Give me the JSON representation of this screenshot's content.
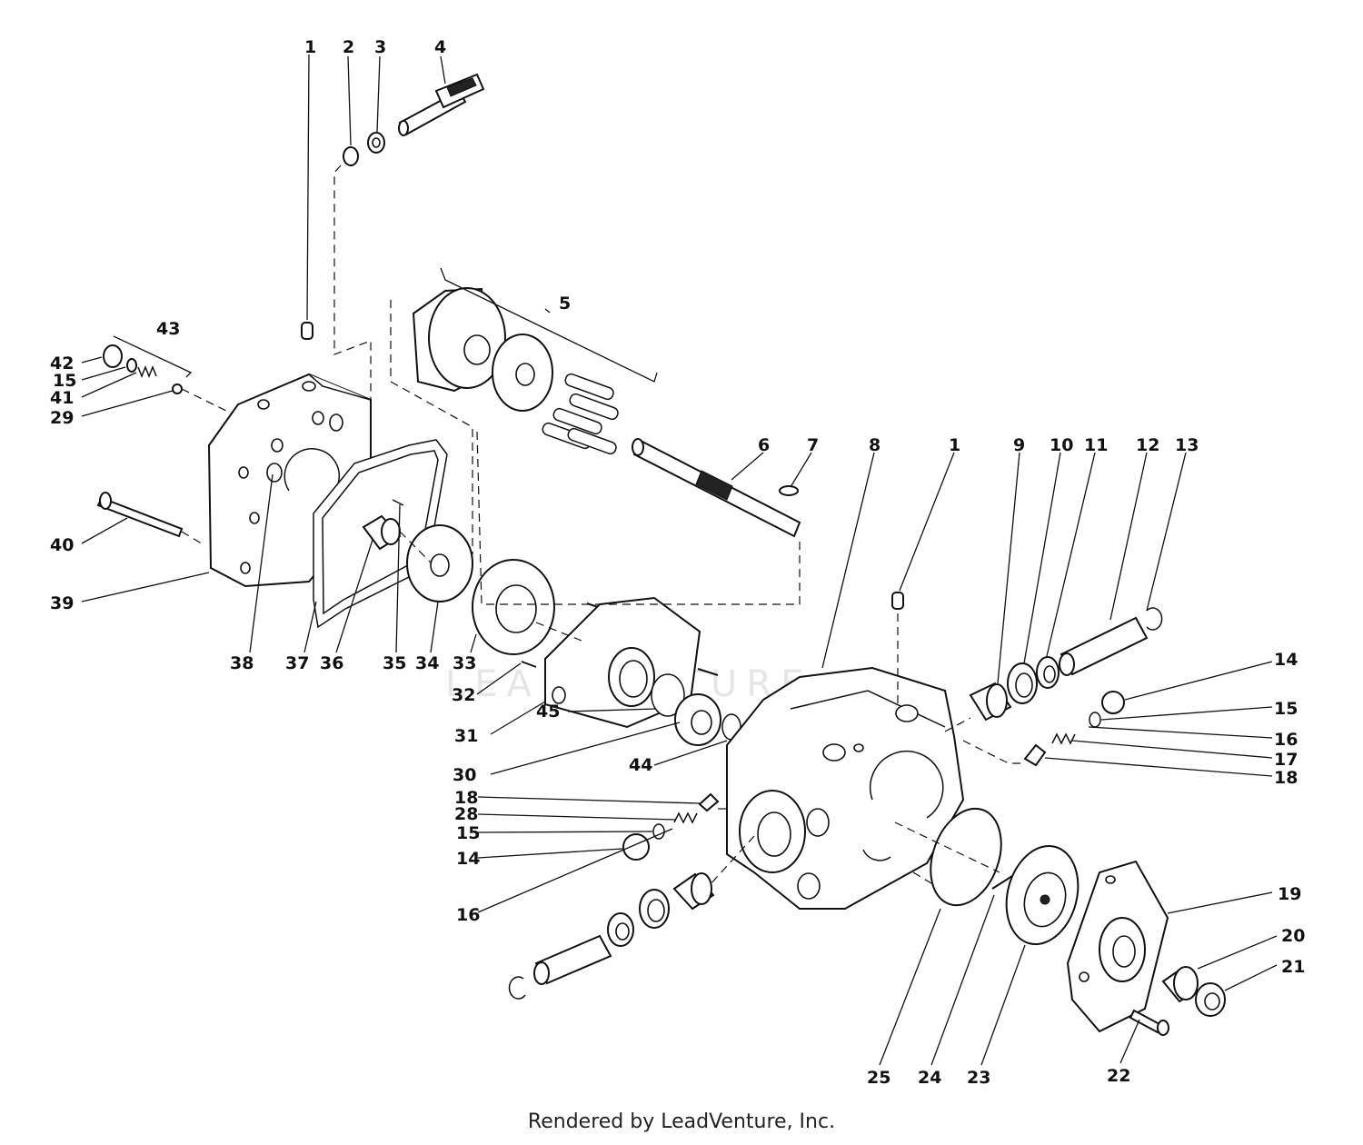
{
  "footer": {
    "credit": "Rendered by LeadVenture, Inc."
  },
  "watermark": {
    "text": "LEADVENTURE"
  },
  "callouts": {
    "c1a": "1",
    "c2": "2",
    "c3": "3",
    "c4": "4",
    "c5": "5",
    "c6": "6",
    "c7": "7",
    "c8": "8",
    "c1b": "1",
    "c9": "9",
    "c10": "10",
    "c11": "11",
    "c12": "12",
    "c13": "13",
    "c43": "43",
    "c42": "42",
    "c15a": "15",
    "c41": "41",
    "c29": "29",
    "c40": "40",
    "c39": "39",
    "c38": "38",
    "c37": "37",
    "c36": "36",
    "c35": "35",
    "c34": "34",
    "c33": "33",
    "c32": "32",
    "c31": "31",
    "c45": "45",
    "c30": "30",
    "c44": "44",
    "c14a": "14",
    "c15b": "15",
    "c16a": "16",
    "c17": "17",
    "c18a": "18",
    "c18b": "18",
    "c28": "28",
    "c15c": "15",
    "c14b": "14",
    "c16b": "16",
    "c19": "19",
    "c20": "20",
    "c21": "21",
    "c22": "22",
    "c23": "23",
    "c24": "24",
    "c25": "25"
  }
}
